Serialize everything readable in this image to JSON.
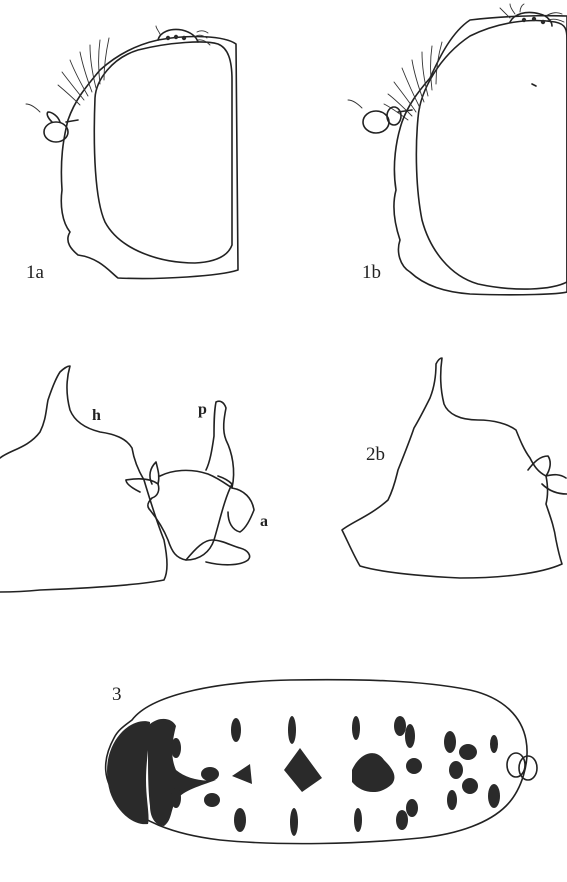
{
  "figure_labels": {
    "fig1a": "1a",
    "fig1b": "1b",
    "fig2b": "2b",
    "fig3": "3"
  },
  "part_labels": {
    "h": "h",
    "p": "p",
    "a": "a"
  }
}
